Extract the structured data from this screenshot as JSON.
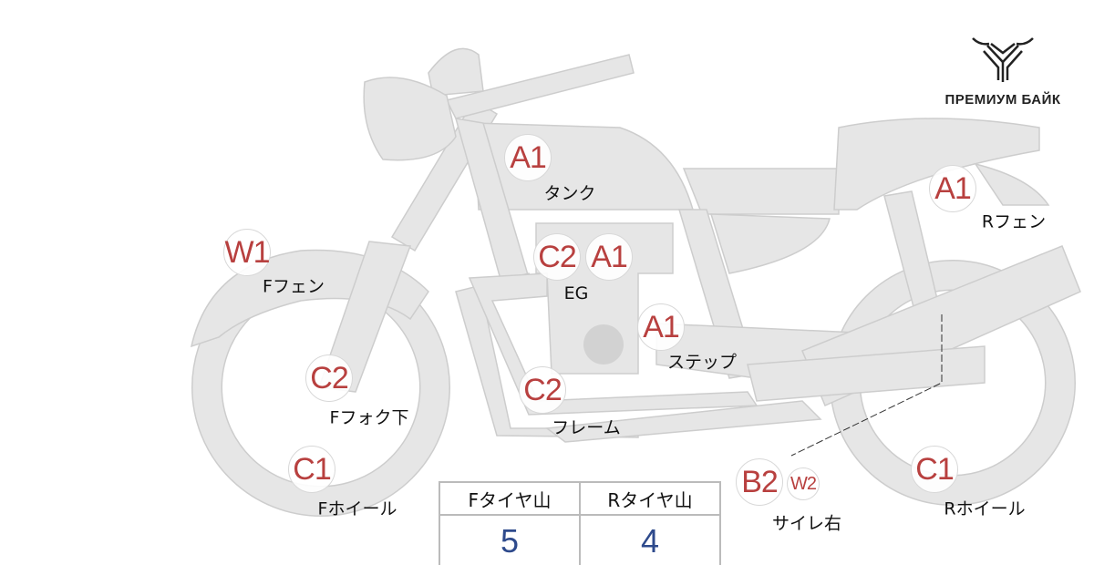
{
  "brand": {
    "name": "ПРЕМИУМ БАЙК",
    "icon": "bull-head-logo"
  },
  "colors": {
    "grade": "#b8403f",
    "tread_value": "#2e4a8c",
    "body": "#e6e6e6"
  },
  "markers": [
    {
      "grade": "A1",
      "label": "タンク"
    },
    {
      "grade": "W1",
      "label": "Fフェン"
    },
    {
      "grade": "C2",
      "label": "EG"
    },
    {
      "grade": "A1",
      "label": ""
    },
    {
      "grade": "A1",
      "label": "ステップ"
    },
    {
      "grade": "C2",
      "label": "Fフォク下"
    },
    {
      "grade": "C2",
      "label": "フレーム"
    },
    {
      "grade": "C1",
      "label": "Fホイール"
    },
    {
      "grade": "B2",
      "label": "サイレ右"
    },
    {
      "grade": "W2",
      "label": ""
    },
    {
      "grade": "C1",
      "label": "Rホイール"
    },
    {
      "grade": "A1",
      "label": "Rフェン"
    }
  ],
  "tread": {
    "front_label": "Fタイヤ山",
    "rear_label": "Rタイヤ山",
    "front_value": "5",
    "rear_value": "4"
  }
}
